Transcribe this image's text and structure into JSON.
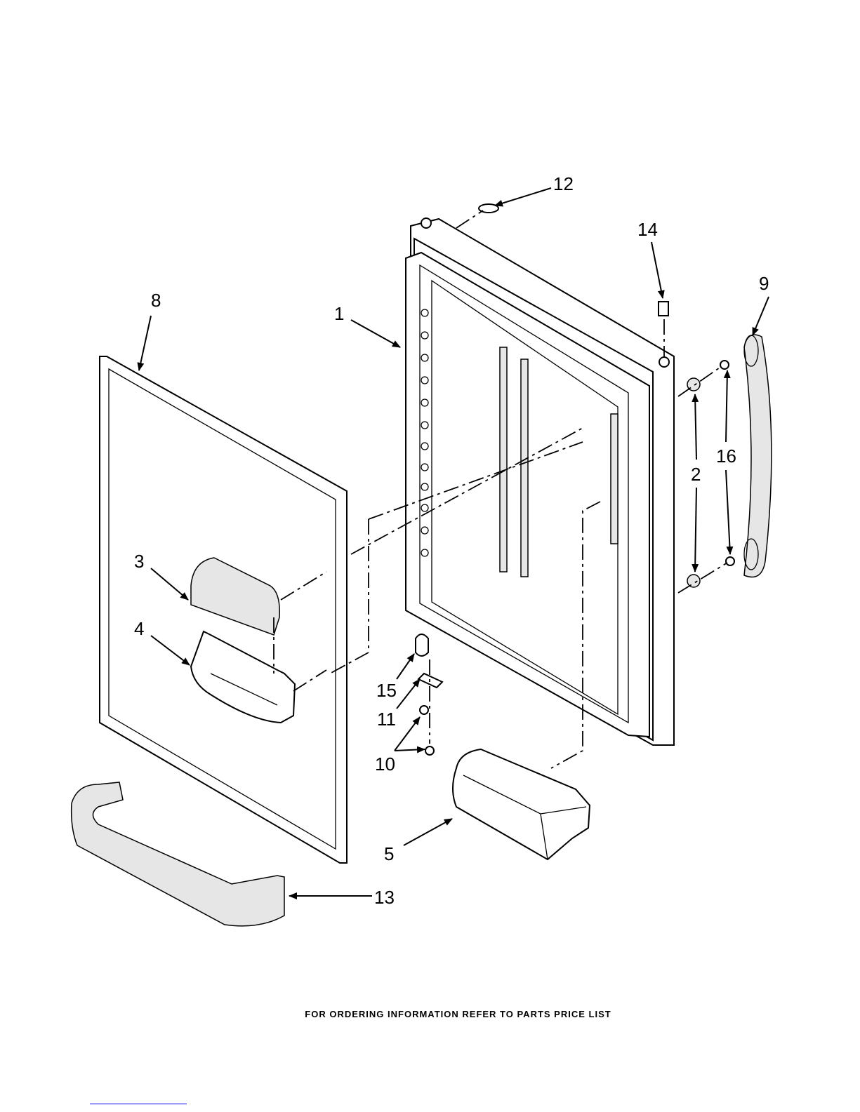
{
  "diagram": {
    "title": "Refrigerator door parts",
    "callouts": [
      "1",
      "2",
      "3",
      "4",
      "5",
      "8",
      "9",
      "10",
      "11",
      "12",
      "13",
      "14",
      "15",
      "16"
    ]
  },
  "footer": {
    "text": "FOR ORDERING INFORMATION REFER TO PARTS PRICE LIST"
  }
}
